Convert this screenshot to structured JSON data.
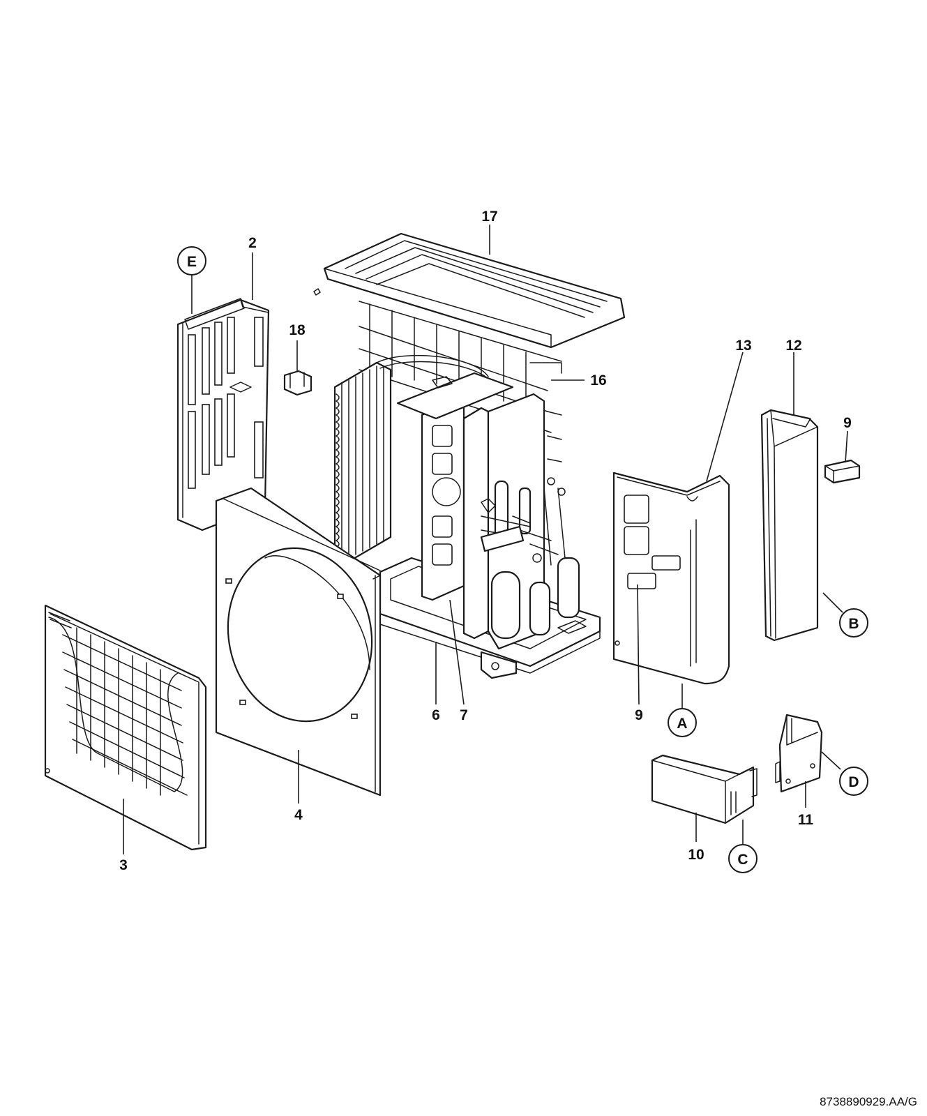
{
  "drawing_code": "8738890929.AA/G",
  "part_labels": {
    "p2": "2",
    "p3": "3",
    "p4": "4",
    "p6": "6",
    "p7": "7",
    "p9a": "9",
    "p9b": "9",
    "p10": "10",
    "p11": "11",
    "p12": "12",
    "p13": "13",
    "p16": "16",
    "p17": "17",
    "p18": "18"
  },
  "view_refs": {
    "a": "A",
    "b": "B",
    "c": "C",
    "d": "D",
    "e": "E"
  }
}
